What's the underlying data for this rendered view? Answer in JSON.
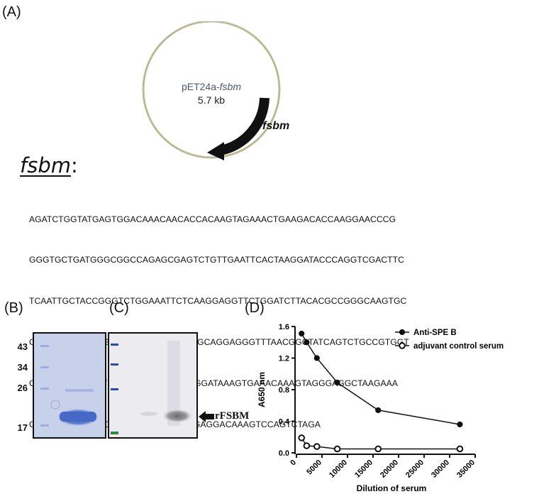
{
  "panels": {
    "a": "(A)",
    "b": "(B)",
    "c": "(C)",
    "d": "(D)"
  },
  "plasmid": {
    "name_prefix": "pET24a-",
    "name_gene": "fsbm",
    "size": "5.7 kb",
    "arrow_label": "fsbm"
  },
  "sequence": {
    "heading": "fsbm",
    "heading_suffix": ":",
    "lines": [
      "AGATCTGGTATGAGTGGACAAACAACACCACAAGTAGAAACTGAAGACACCAAGGAACCCG",
      "GGGTGCTGATGGGCGGCCAGAGCGAGTCTGTTGAATTCACTAAGGATACCCAGGTCGACTTC",
      "TCAATTGCTACCGGGTCTGGAAATTCTCAAGGAGGTTCTGGATCTTACACGCCGGGCAAGTGC",
      "GGTACCGCCCTCGGTACAGGCGGTGGGGCAGGAGGGTTTAACGGCTATCAGTCTGCCGTGGT",
      "CGGAATCAAGCCTGGATCCCAGGCCGAGGATAAAGTGAAACAAAGTAGGGAGGCTAAGAAA",
      "CAGGTGGAGAAGGCATTGAAGCAGCTTGAGGACAAAGTCCAGTCTAGA"
    ]
  },
  "gel": {
    "markers": [
      "43",
      "34",
      "26",
      "17"
    ],
    "arrow_label": "rFSBM"
  },
  "colors": {
    "coomassie": "#4a6fc8",
    "western_band": "#777777",
    "marker_green": "#2e8b3a"
  },
  "chart_data": {
    "type": "line",
    "title": "",
    "xlabel": "Dilution of serum",
    "ylabel": "A650 nm",
    "xlim": [
      0,
      35000
    ],
    "ylim": [
      0,
      1.6
    ],
    "xticks": [
      0,
      5000,
      10000,
      15000,
      20000,
      25000,
      30000,
      35000
    ],
    "yticks": [
      0.0,
      0.4,
      0.8,
      1.2,
      1.6
    ],
    "xtick_labels": [
      "0",
      "5000",
      "10000",
      "15000",
      "20000",
      "25000",
      "30000",
      "35000"
    ],
    "ytick_labels": [
      "0.0",
      "0.4",
      "0.8",
      "1.2",
      "1.6"
    ],
    "grid": false,
    "legend": "top-right",
    "series": [
      {
        "name": "Anti-SPE B",
        "marker": "filled-circle",
        "x": [
          1000,
          2000,
          4000,
          8000,
          16000,
          32000
        ],
        "y": [
          1.51,
          1.4,
          1.2,
          0.89,
          0.54,
          0.36
        ]
      },
      {
        "name": "adjuvant control serum",
        "marker": "open-circle",
        "x": [
          1000,
          2000,
          4000,
          8000,
          16000,
          32000
        ],
        "y": [
          0.19,
          0.09,
          0.08,
          0.05,
          0.05,
          0.05
        ]
      }
    ]
  }
}
